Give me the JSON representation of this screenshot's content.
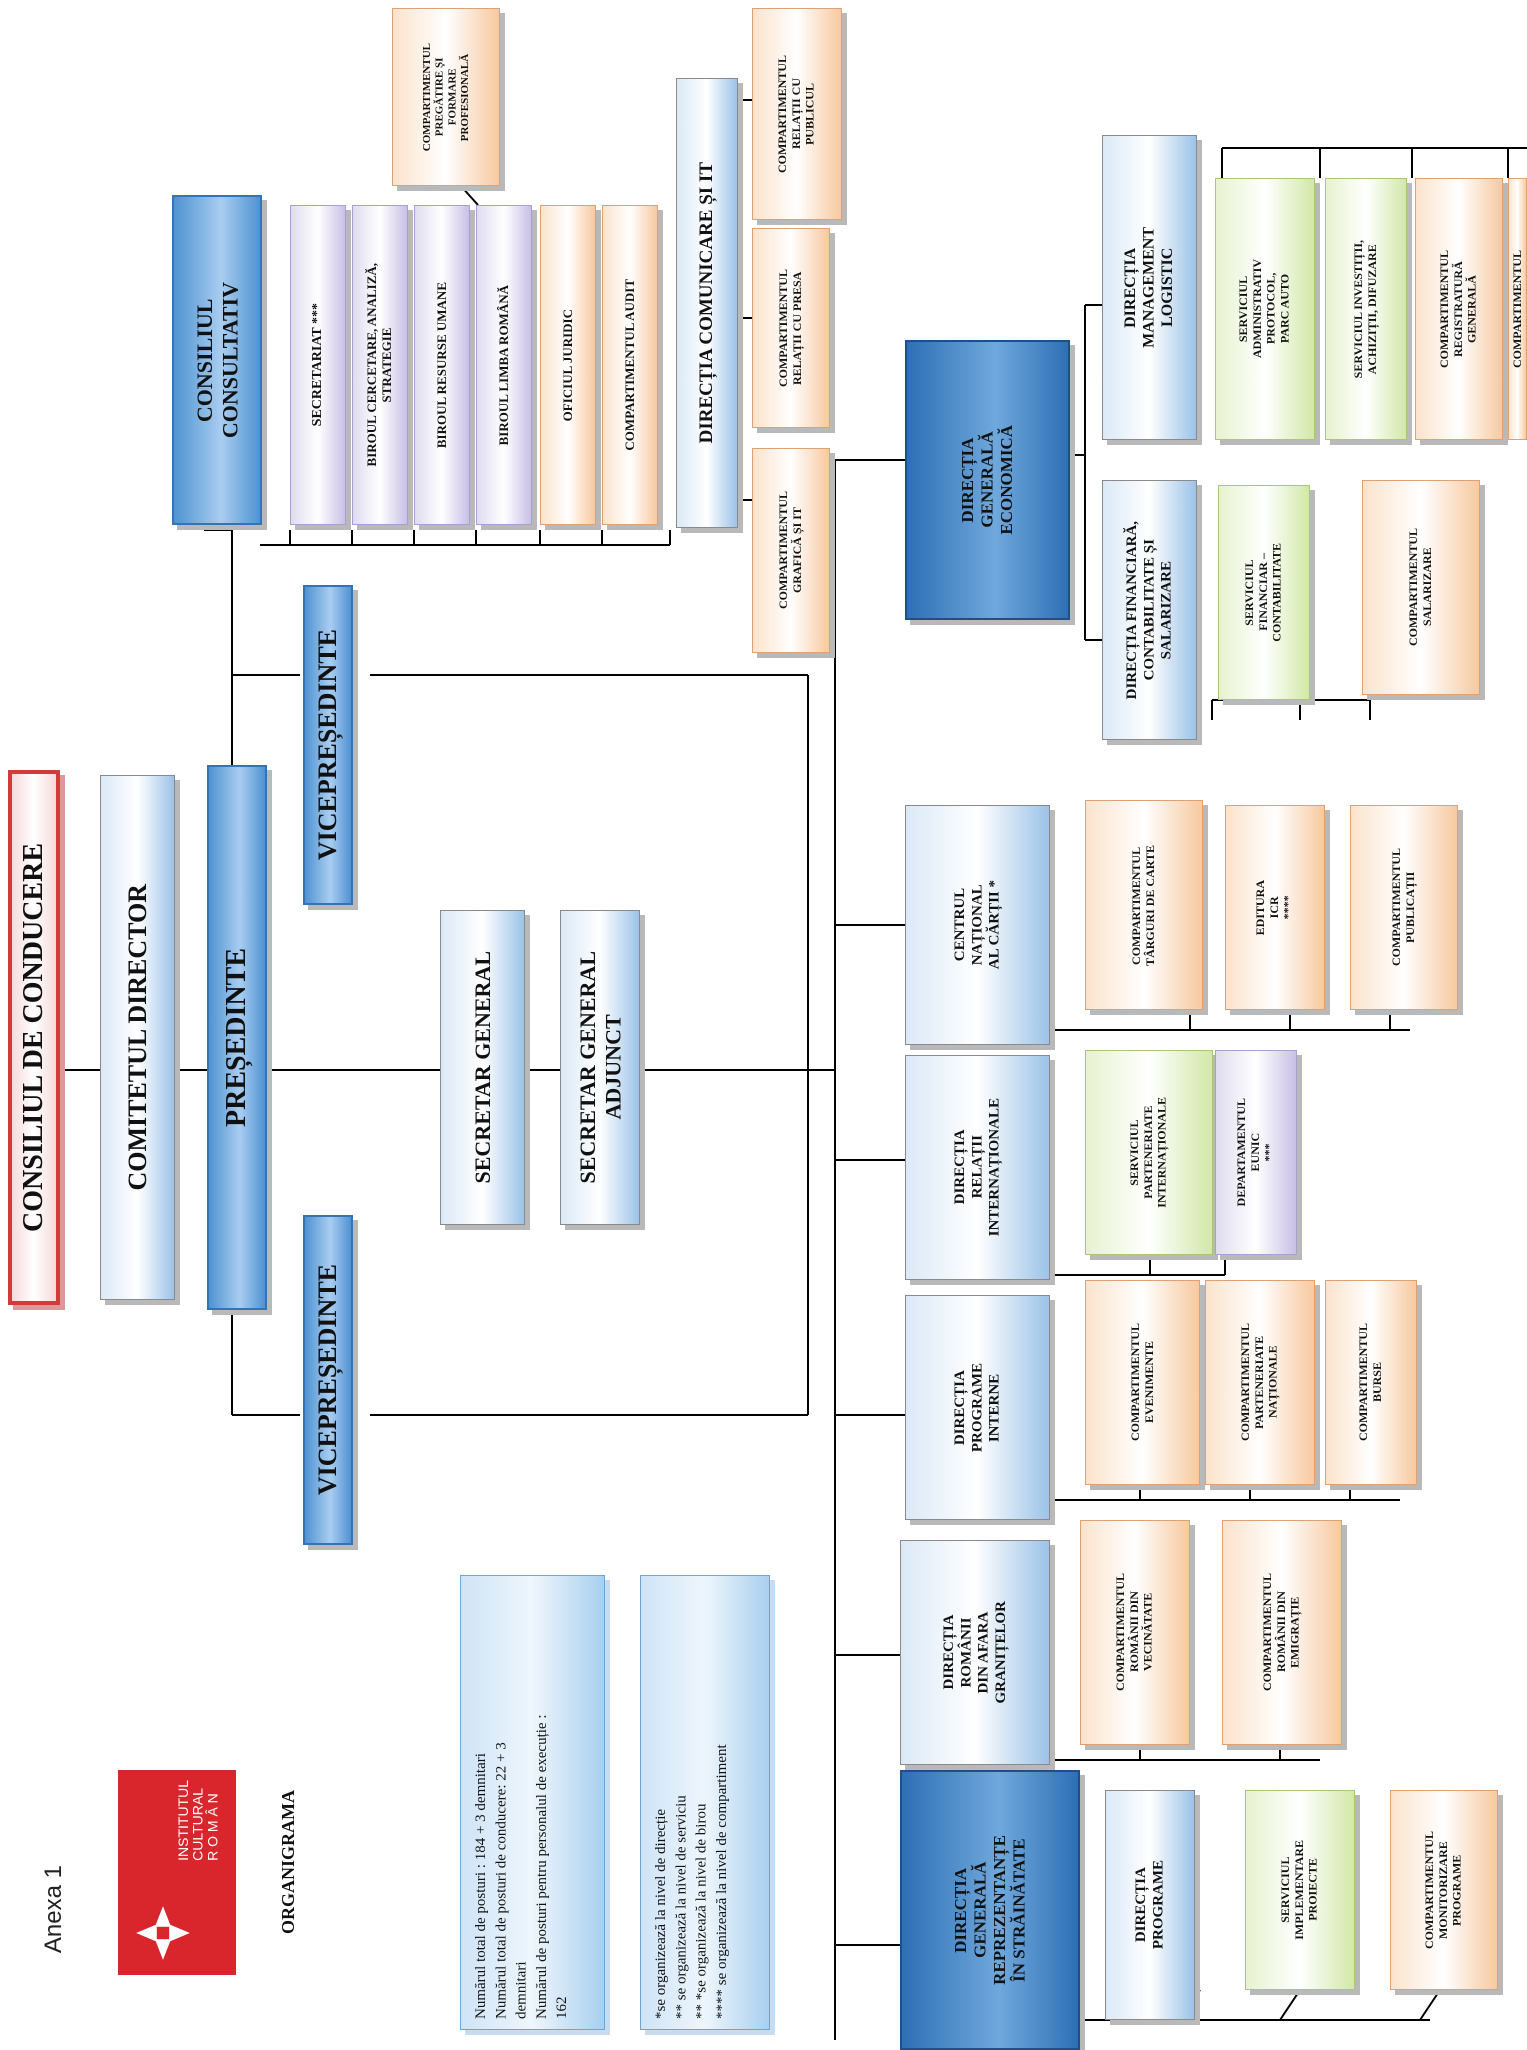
{
  "anexa": "Anexa 1",
  "logo": {
    "line1": "INSTITUTUL",
    "line2": "CULTURAL",
    "line3": "R O M Â N"
  },
  "organigrama": "ORGANIGRAMA",
  "top": {
    "consiliu_conducere": "CONSILIUL DE CONDUCERE",
    "comitet": "COMITETUL DIRECTOR",
    "presedinte": "PREȘEDINTE",
    "vicepresedinte_1": "VICEPREȘEDINTE",
    "vicepresedinte_2": "VICEPREȘEDINTE",
    "consiliu_consultativ": "CONSILIUL\nCONSULTATIV",
    "secretar_general": "SECRETAR GENERAL",
    "secretar_general_adjunct": "SECRETAR GENERAL\nADJUNCT"
  },
  "staff": {
    "secretariat": "SECRETARIAT ***",
    "birou_cercetare": "BIROUL CERCETARE, ANALIZĂ,\nSTRATEGIE",
    "birou_resurse": "BIROUL RESURSE UMANE",
    "birou_limba": "BIROUL LIMBA ROMÂNĂ",
    "oficiul_juridic": "OFICIUL JURIDIC",
    "audit": "COMPARTIMENTUL AUDIT",
    "pregatire": "COMPARTIMENTUL\nPREGĂTIRE ȘI\nFORMARE\nPROFESIONALĂ",
    "comunicare": "DIRECȚIA COMUNICARE ȘI IT",
    "relatii_public": "COMPARTIMENTUL\nRELAȚII CU\nPUBLICUL",
    "relatii_presa": "COMPARTIMENTUL\nRELAȚII CU PRESA",
    "grafica_it": "COMPARTIMENTUL\nGRAFICĂ ȘI IT"
  },
  "economic": {
    "dge": "DIRECȚIA\nGENERALĂ\nECONOMICĂ",
    "management": "DIRECȚIA\nMANAGEMENT\nLOGISTIC",
    "administrativ": "SERVICIUL\nADMINISTRATIV\nPROTOCOL,\nPARC AUTO",
    "investitii": "SERVICIUL INVESTIȚII,\nACHIZIȚII, DIFUZARE",
    "registratura": "COMPARTIMENTUL\nREGISTRATURĂ\nGENERALĂ",
    "compartimentul_cut": "COMPARTIMENTUL",
    "financiara": "DIRECȚIA FINANCIARĂ,\nCONTABILITATE ȘI\nSALARIZARE",
    "financiar_contab": "SERVICIUL\nFINANCIAR –\nCONTABILITATE",
    "salarizare": "COMPARTIMENTUL\nSALARIZARE"
  },
  "directions": {
    "cnc": "CENTRUL\nNAȚIONAL\nAL CĂRȚII *",
    "targuri": "COMPARTIMENTUL\nTÂRGURI DE CARTE",
    "editura": "EDITURA\nICR\n****",
    "publicatii": "COMPARTIMENTUL\nPUBLICAȚII",
    "dri": "DIRECȚIA\nRELAȚII\nINTERNAȚIONALE",
    "parteneriate_int": "SERVICIUL\nPARTENERIATE\nINTERNAȚIONALE",
    "eunic": "DEPARTAMENTUL\nEUNIC\n***",
    "dpi": "DIRECȚIA\nPROGRAME\nINTERNE",
    "evenimente": "COMPARTIMENTUL\nEVENIMENTE",
    "parteneriate_nat": "COMPARTIMENTUL\nPARTENERIATE\nNAȚIONALE",
    "burse": "COMPARTIMENTUL\nBURSE",
    "drag": "DIRECȚIA\nROMÂNII\nDIN AFARA\nGRANIȚELOR",
    "vecinatate": "COMPARTIMENTUL\nROMÂNII DIN\nVECINĂTATE",
    "emigratie": "COMPARTIMENTUL\nROMÂNII DIN\nEMIGRAȚIE",
    "dgrs": "DIRECȚIA\nGENERALĂ\nREPREZENTANȚE\nÎN STRĂINĂTATE",
    "programe": "DIRECȚIA\nPROGRAME",
    "implementare": "SERVICIUL\nIMPLEMENTARE\nPROIECTE",
    "monitorizare": "COMPARTIMENTUL\nMONITORIZARE\nPROGRAME"
  },
  "info": {
    "posts": "Numărul total de posturi : 184 + 3 demnitari\nNumărul total de posturi de conducere: 22 + 3\ndemnitari\nNumărul de posturi pentru personalul de execuție :\n162",
    "legend": "*se organizează la nivel de direcție\n** se organizează la nivel de serviciu\n** *se organizează la nivel de birou\n**** se organizează la nivel de compartiment"
  },
  "colors": {
    "logo_red": "#d8262c",
    "border_red": "#d43a3a",
    "dark_blue": "#2e6fb5",
    "line": "#000000"
  }
}
